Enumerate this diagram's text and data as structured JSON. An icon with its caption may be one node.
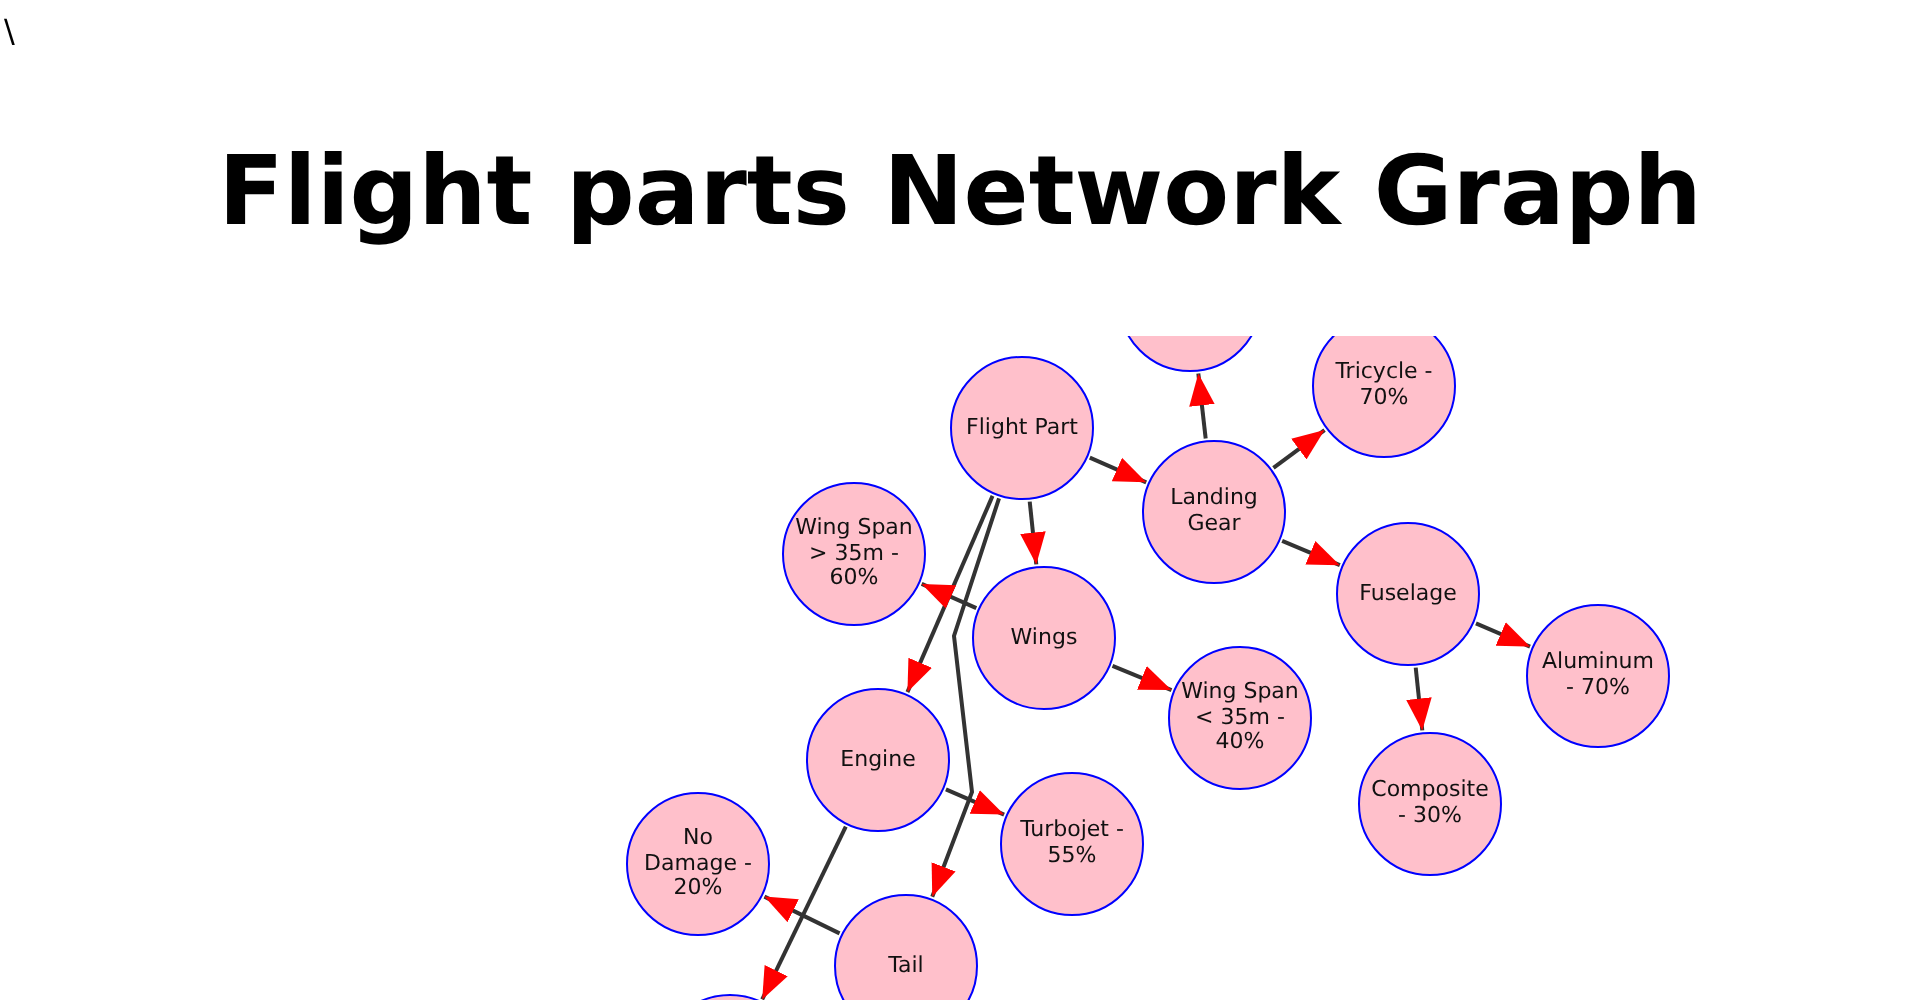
{
  "diagram": {
    "title": "Flight parts Network Graph",
    "nodes": [
      {
        "text": [
          "Flight Part"
        ]
      },
      {
        "text": [],
        "shape": "circle"
      },
      {
        "text": [
          "Landing Gear"
        ]
      },
      {
        "text": [
          "Tricycle - 70%"
        ]
      },
      {
        "text": [
          "Wing Span > 35m - 60%"
        ]
      },
      {
        "text": [
          "Wings"
        ]
      },
      {
        "text": [
          "Fuselage"
        ]
      },
      {
        "text": [
          "Engine"
        ]
      },
      {
        "text": [
          "Wing Span < 35m - 40%"
        ]
      },
      {
        "text": [
          "Aluminum - 70%"
        ]
      },
      {
        "text": [
          "Turbojet - 55%"
        ]
      },
      {
        "text": [
          "Composite - 30%"
        ]
      },
      {
        "text": [
          "No Damage - 20%"
        ]
      },
      {
        "text": [
          "Tail"
        ]
      },
      {
        "text": [],
        "shape": "circle"
      }
    ],
    "edges": [
      {
        "from": 0,
        "to": 2,
        "arrow": "to"
      },
      {
        "from": 0,
        "to": 5,
        "arrow": "to"
      },
      {
        "from": 0,
        "to": 7,
        "arrow": "to"
      },
      {
        "from": 0,
        "to": 13,
        "arrow": "to"
      },
      {
        "from": 2,
        "to": 1,
        "arrow": "to"
      },
      {
        "from": 2,
        "to": 3,
        "arrow": "to"
      },
      {
        "from": 2,
        "to": 6,
        "arrow": "to"
      },
      {
        "from": 6,
        "to": 9,
        "arrow": "to"
      },
      {
        "from": 6,
        "to": 11,
        "arrow": "to"
      },
      {
        "from": 5,
        "to": 4,
        "arrow": "to"
      },
      {
        "from": 5,
        "to": 8,
        "arrow": "to"
      },
      {
        "from": 7,
        "to": 10,
        "arrow": "to"
      },
      {
        "from": 7,
        "to": 14,
        "arrow": "to"
      },
      {
        "from": 13,
        "to": 12,
        "arrow": "to"
      }
    ],
    "labels": [
      "\\"
    ]
  }
}
